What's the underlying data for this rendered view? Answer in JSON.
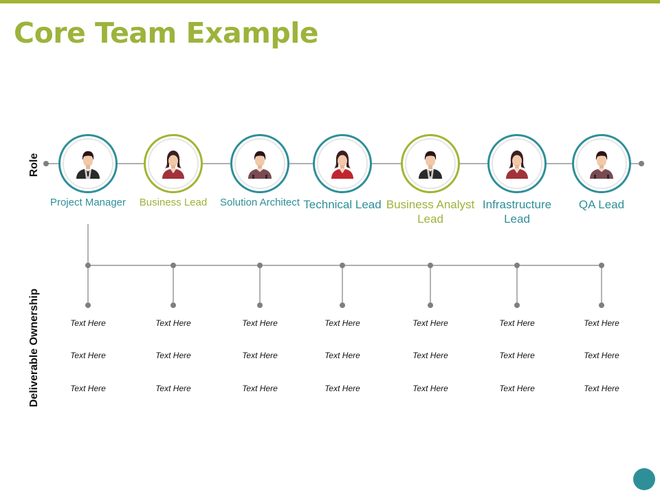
{
  "title": "Core Team Example",
  "side_labels": {
    "role": "Role",
    "deliverable": "Deliverable Ownership"
  },
  "roles": [
    {
      "name": "Project Manager",
      "ring": "teal",
      "person": "male-manager",
      "label_color": "teal"
    },
    {
      "name": "Business Lead",
      "ring": "green",
      "person": "female",
      "label_color": "olive"
    },
    {
      "name": "Solution Architect",
      "ring": "teal",
      "person": "male",
      "label_color": "teal"
    },
    {
      "name": "Technical Lead",
      "ring": "teal",
      "person": "female-red",
      "label_color": "teal"
    },
    {
      "name": "Business Analyst Lead",
      "ring": "green",
      "person": "male-manager",
      "label_color": "olive"
    },
    {
      "name": "Infrastructure Lead",
      "ring": "teal",
      "person": "female",
      "label_color": "teal"
    },
    {
      "name": "QA Lead",
      "ring": "teal",
      "person": "male",
      "label_color": "teal"
    }
  ],
  "deliverables": [
    [
      "Text Here",
      "Text Here",
      "Text Here"
    ],
    [
      "Text Here",
      "Text Here",
      "Text Here"
    ],
    [
      "Text Here",
      "Text Here",
      "Text Here"
    ],
    [
      "Text Here",
      "Text Here",
      "Text Here"
    ],
    [
      "Text Here",
      "Text Here",
      "Text Here"
    ],
    [
      "Text Here",
      "Text Here",
      "Text Here"
    ],
    [
      "Text Here",
      "Text Here",
      "Text Here"
    ]
  ],
  "colors": {
    "teal": "#2e8f99",
    "olive": "#9cb33b",
    "line": "#7f7f7f"
  }
}
